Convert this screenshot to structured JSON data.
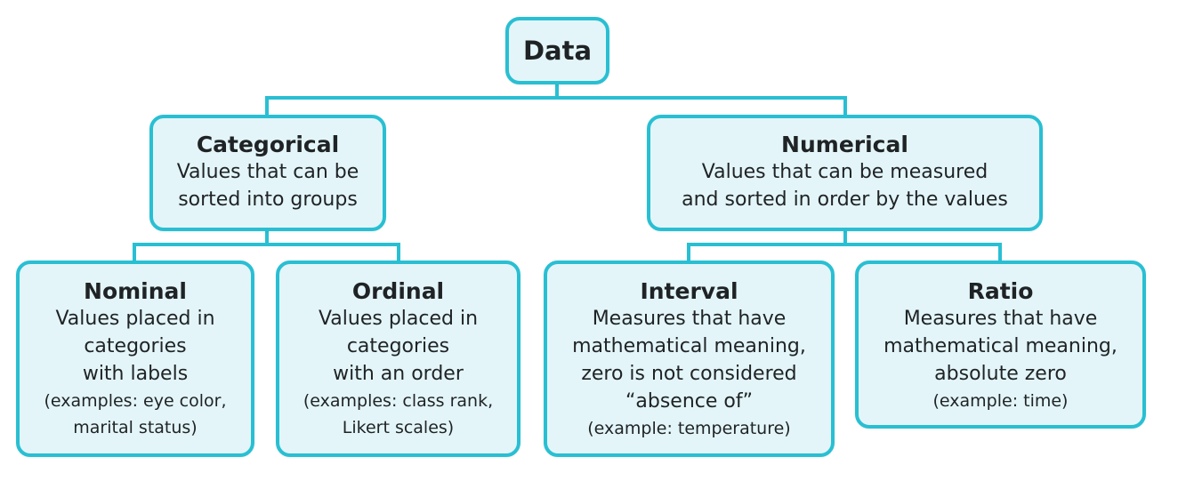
{
  "colors": {
    "border": "#29bfd3",
    "fill": "#e3f5f8",
    "text": "#1f2326"
  },
  "root": {
    "title": "Data"
  },
  "categorical": {
    "title": "Categorical",
    "desc1": "Values that can be",
    "desc2": "sorted into groups"
  },
  "numerical": {
    "title": "Numerical",
    "desc1": "Values that can be measured",
    "desc2": "and sorted in order by the values"
  },
  "nominal": {
    "title": "Nominal",
    "desc1": "Values placed in",
    "desc2": "categories",
    "desc3": "with labels",
    "ex1": "(examples: eye color,",
    "ex2": "marital status)"
  },
  "ordinal": {
    "title": "Ordinal",
    "desc1": "Values placed in",
    "desc2": "categories",
    "desc3": "with an order",
    "ex1": "(examples: class rank,",
    "ex2": "Likert scales)"
  },
  "interval": {
    "title": "Interval",
    "desc1": "Measures that have",
    "desc2": "mathematical meaning,",
    "desc3": "zero is not considered",
    "desc4": "“absence of”",
    "ex1": "(example: temperature)"
  },
  "ratio": {
    "title": "Ratio",
    "desc1": "Measures that have",
    "desc2": "mathematical meaning,",
    "desc3": "absolute zero",
    "ex1": "(example: time)"
  }
}
